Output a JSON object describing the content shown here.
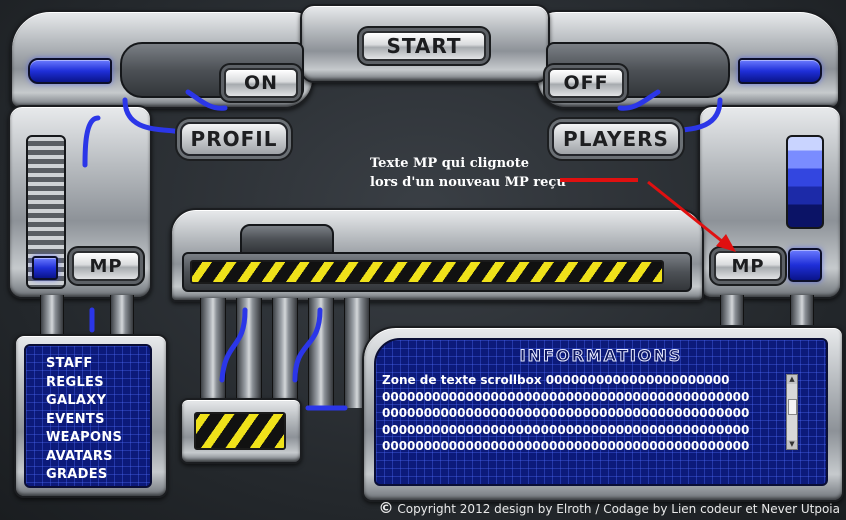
{
  "buttons": {
    "start": "START",
    "on": "ON",
    "off": "OFF",
    "profil": "PROFIL",
    "players": "PLAYERS",
    "mp_left": "MP",
    "mp_right": "MP"
  },
  "annotation": {
    "line1": "Texte MP qui  clignote",
    "line2": "lors d'un nouveau MP reçu"
  },
  "menu": {
    "items": [
      "STAFF",
      "REGLES",
      "GALAXY",
      "EVENTS",
      "WEAPONS",
      "AVATARS",
      "GRADES"
    ]
  },
  "info": {
    "title": "INFORMATIONS",
    "lines": [
      "Zone de texte scrollbox 0000000000000000000000",
      "00000000000000000000000000000000000000000000",
      "00000000000000000000000000000000000000000000",
      "00000000000000000000000000000000000000000000",
      "00000000000000000000000000000000000000000000"
    ]
  },
  "footer": {
    "copyright_symbol": "©",
    "copyright": "Copyright 2012 design by Elroth / Codage by Lien codeur et Never Utpoia"
  },
  "colors": {
    "accent_blue": "#1f2fd8",
    "hazard_yellow": "#f0e21a",
    "arrow_red": "#e01010",
    "panel_blue": "#0c1a7a"
  }
}
